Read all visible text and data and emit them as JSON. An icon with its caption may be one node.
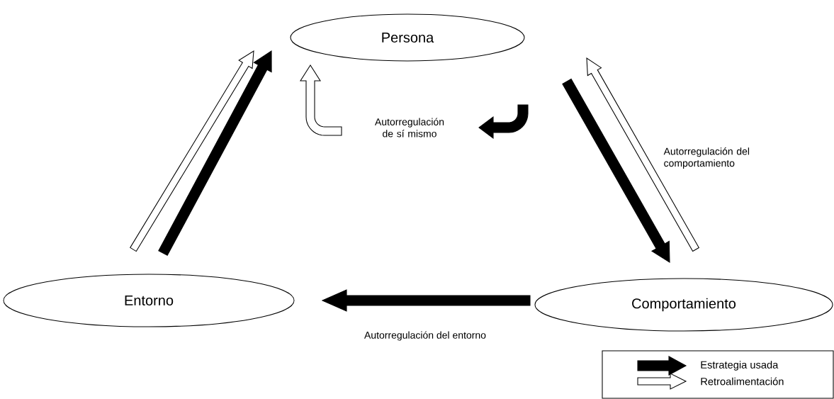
{
  "diagram": {
    "nodes": [
      {
        "text": [
          "Persona"
        ]
      },
      {
        "text": [
          "Entorno"
        ]
      },
      {
        "text": [
          "Comportamiento"
        ]
      }
    ],
    "edges": [
      {
        "from": 1,
        "to": 0,
        "arrow": "to",
        "color": "#ffffff"
      },
      {
        "from": 1,
        "to": 0,
        "arrow": "to"
      },
      {
        "from": 0,
        "to": 2,
        "arrow": "to"
      },
      {
        "from": 2,
        "to": 0,
        "arrow": "to",
        "color": "#ffffff",
        "label": "Autorregulación del comportamiento"
      },
      {
        "from": 2,
        "to": 1,
        "arrow": "to",
        "label": "Autorregulación del entorno"
      }
    ],
    "labels": [
      "Autorregulación de sí mismo"
    ],
    "legend": [
      {
        "text": "Estrategia usada"
      },
      {
        "text": "Retroalimentación"
      }
    ]
  }
}
